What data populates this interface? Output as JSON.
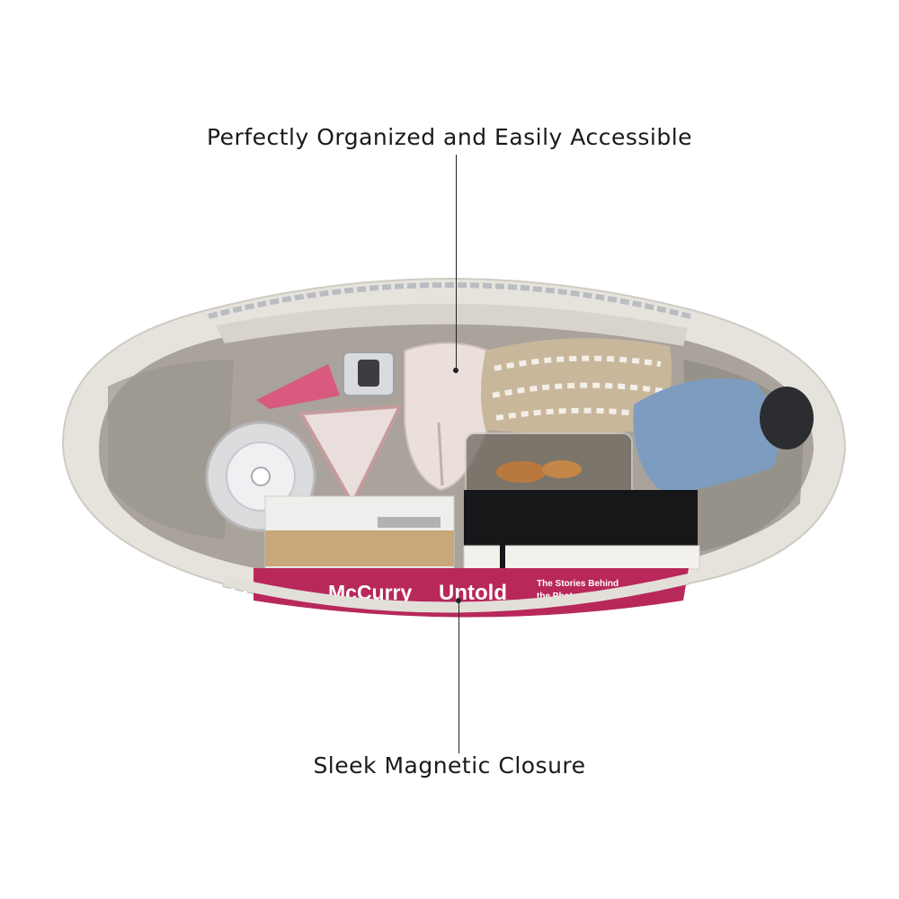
{
  "callouts": {
    "top": "Perfectly Organized and Easily Accessible",
    "bottom": "Sleek Magnetic Closure"
  },
  "book_cover": {
    "author": "McCurry",
    "title": "Untold",
    "subtitle_line1": "The Stories Behind",
    "subtitle_line2": "the Photograph"
  },
  "colors": {
    "bag_canvas": "#e6e3dd",
    "bag_lining": "#a9a39b",
    "chain": "#b9bcc0",
    "book_magenta": "#b8285a",
    "umbrella_blue": "#7d9cc0"
  }
}
